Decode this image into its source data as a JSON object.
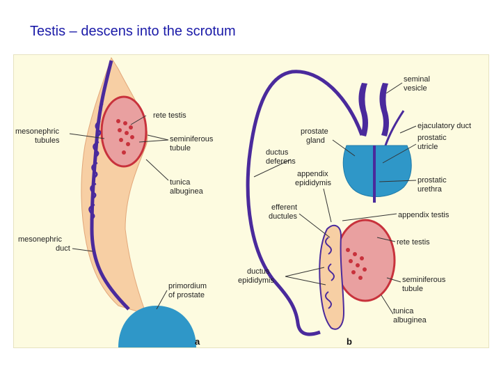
{
  "slide": {
    "title": "Testis – descens into the scrotum"
  },
  "panel_a": {
    "panel_label": "a",
    "labels": {
      "rete_testis": "rete testis",
      "mesonephric_tubules_1": "mesonephric",
      "mesonephric_tubules_2": "tubules",
      "seminiferous_tubule_1": "seminiferous",
      "seminiferous_tubule_2": "tubule",
      "tunica_albuginea_1": "tunica",
      "tunica_albuginea_2": "albuginea",
      "mesonephric_duct_1": "mesonephric",
      "mesonephric_duct_2": "duct",
      "primordium_prostate_1": "primordium",
      "primordium_prostate_2": "of prostate"
    }
  },
  "panel_b": {
    "panel_label": "b",
    "labels": {
      "seminal_vesicle_1": "seminal",
      "seminal_vesicle_2": "vesicle",
      "ejaculatory_duct": "ejaculatory duct",
      "prostate_gland_1": "prostate",
      "prostate_gland_2": "gland",
      "prostatic_utricle_1": "prostatic",
      "prostatic_utricle_2": "utricle",
      "ductus_deferens_1": "ductus",
      "ductus_deferens_2": "deferens",
      "appendix_epididymis_1": "appendix",
      "appendix_epididymis_2": "epididymis",
      "prostatic_urethra_1": "prostatic",
      "prostatic_urethra_2": "urethra",
      "efferent_ductules_1": "efferent",
      "efferent_ductules_2": "ductules",
      "appendix_testis": "appendix testis",
      "rete_testis": "rete testis",
      "ductus_epididymis_1": "ductus",
      "ductus_epididymis_2": "epididymis",
      "seminiferous_tubule_1": "seminiferous",
      "seminiferous_tubule_2": "tubule",
      "tunica_albuginea_1": "tunica",
      "tunica_albuginea_2": "albuginea"
    }
  },
  "colors": {
    "title": "#1a1aa8",
    "background_panel": "#fdfbe0",
    "mesonephros": "#f7cfa4",
    "duct_purple": "#4a2a9c",
    "testis_red": "#c8323c",
    "testis_fill": "#e9a0a0",
    "prostate_blue": "#2f97c8"
  }
}
